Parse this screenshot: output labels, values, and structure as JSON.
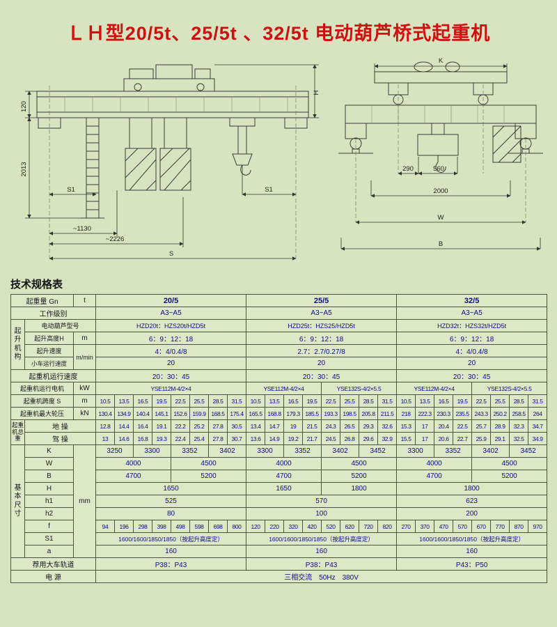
{
  "page": {
    "title": "ＬＨ型20/5t、25/5t 、32/5t 电动葫芦桥式起重机",
    "section_heading": "技术规格表"
  },
  "drawings": {
    "side": {
      "dims": {
        "d120": "120",
        "d2013": "2013",
        "s1_left": "S1",
        "s1_right": "S1",
        "d1130": "~1130",
        "d2226": "~2226",
        "span": "S",
        "height": "H"
      }
    },
    "end": {
      "dims": {
        "gauge": "K",
        "d290": "290",
        "d560": "560",
        "d2000": "2000",
        "width": "W",
        "base": "B"
      }
    }
  },
  "table": {
    "rows": [
      [
        {
          "t": "起重量 Gn",
          "cs": 2,
          "c": "lab",
          "n": "row-label-capacity"
        },
        {
          "t": "t",
          "c": "lab",
          "n": "unit-cell"
        },
        {
          "t": "20/5",
          "cs": 8,
          "c": "v hd",
          "n": "capacity-20-5"
        },
        {
          "t": "25/5",
          "cs": 8,
          "c": "v hd",
          "n": "capacity-25-5"
        },
        {
          "t": "32/5",
          "cs": 8,
          "c": "v hd",
          "n": "capacity-32-5"
        }
      ],
      [
        {
          "t": "工作级别",
          "cs": 3,
          "c": "lab",
          "n": "row-label-duty-class"
        },
        {
          "t": "A3~A5",
          "cs": 8,
          "c": "v"
        },
        {
          "t": "A3~A5",
          "cs": 8,
          "c": "v"
        },
        {
          "t": "A3~A5",
          "cs": 8,
          "c": "v"
        }
      ],
      [
        {
          "t": "起升机构",
          "rs": 4,
          "c": "lab vert",
          "n": "group-label-hoist-mechanism"
        },
        {
          "t": "电动葫芦型号",
          "cs": 2,
          "c": "lab sm",
          "n": "row-label-hoist-model"
        },
        {
          "t": "HZD20t：HZS20t/HZD5t",
          "cs": 8,
          "c": "v sm"
        },
        {
          "t": "HZD25t：HZS25/HZD5t",
          "cs": 8,
          "c": "v sm"
        },
        {
          "t": "HZD32t：HZS32t/HZD5t",
          "cs": 8,
          "c": "v sm"
        }
      ],
      [
        {
          "t": "起升高度H",
          "c": "lab sm",
          "n": "row-label-lift-height"
        },
        {
          "t": "m",
          "c": "lab",
          "n": "unit-cell"
        },
        {
          "t": "6：9：12：18",
          "cs": 8,
          "c": "v"
        },
        {
          "t": "6：9：12：18",
          "cs": 8,
          "c": "v"
        },
        {
          "t": "6：9：12：18",
          "cs": 8,
          "c": "v"
        }
      ],
      [
        {
          "t": "起升速度",
          "c": "lab sm",
          "n": "row-label-lift-speed"
        },
        {
          "t": "m/min",
          "rs": 2,
          "c": "lab sm",
          "n": "unit-cell"
        },
        {
          "t": "4：4/0.4/8",
          "cs": 8,
          "c": "v"
        },
        {
          "t": "2.7：2.7/0.27/8",
          "cs": 8,
          "c": "v"
        },
        {
          "t": "4：4/0.4/8",
          "cs": 8,
          "c": "v"
        }
      ],
      [
        {
          "t": "小车运行速度",
          "c": "lab xs",
          "n": "row-label-trolley-speed"
        },
        {
          "t": "20",
          "cs": 8,
          "c": "v"
        },
        {
          "t": "20",
          "cs": 8,
          "c": "v"
        },
        {
          "t": "20",
          "cs": 8,
          "c": "v"
        }
      ],
      [
        {
          "t": "起重机运行速度",
          "cs": 3,
          "c": "lab",
          "n": "row-label-crane-speed"
        },
        {
          "t": "20：30：45",
          "cs": 8,
          "c": "v"
        },
        {
          "t": "20：30：45",
          "cs": 8,
          "c": "v"
        },
        {
          "t": "20：30：45",
          "cs": 8,
          "c": "v"
        }
      ],
      [
        {
          "t": "起重机运行电机",
          "cs": 2,
          "c": "lab sm",
          "n": "row-label-travel-motor"
        },
        {
          "t": "kW",
          "c": "lab",
          "n": "unit-cell"
        },
        {
          "t": "YSE112M-4/2×4",
          "cs": 8,
          "c": "v sm2"
        },
        {
          "t": "YSE112M-4/2×4",
          "cs": 4,
          "c": "v sm2"
        },
        {
          "t": "YSE132S-4/2×5.5",
          "cs": 4,
          "c": "v sm2"
        },
        {
          "t": "YSE112M-4/2×4",
          "cs": 4,
          "c": "v sm2"
        },
        {
          "t": "YSE132S-4/2×5.5",
          "cs": 4,
          "c": "v sm2"
        }
      ],
      [
        {
          "t": "起重机跨度 S",
          "cs": 2,
          "c": "lab sm",
          "n": "row-label-span"
        },
        {
          "t": "m",
          "c": "lab",
          "n": "unit-cell"
        },
        "10.5",
        "13.5",
        "16.5",
        "19.5",
        "22.5",
        "25.5",
        "28.5",
        "31.5",
        "10.5",
        "13.5",
        "16.5",
        "19.5",
        "22.5",
        "25.5",
        "28.5",
        "31.5",
        "10.5",
        "13.5",
        "16.5",
        "19.5",
        "22.5",
        "25.5",
        "28.5",
        "31.5"
      ],
      [
        {
          "t": "起重机最大轮压",
          "cs": 2,
          "c": "lab sm",
          "n": "row-label-max-wheel-load"
        },
        {
          "t": "kN",
          "c": "lab",
          "n": "unit-cell"
        },
        "130.4",
        "134.9",
        "140.4",
        "145.1",
        "152.6",
        "159.9",
        "168.5",
        "175.4",
        "165.5",
        "168.8",
        "179.3",
        "185.5",
        "193.3",
        "198.5",
        "205.8",
        "211.5",
        "218",
        "222.3",
        "230.3",
        "235.5",
        "243.3",
        "250.2",
        "258.5",
        "264"
      ],
      [
        {
          "t": "起重机总重",
          "rs": 2,
          "c": "lab vert2",
          "n": "group-label-crane-weight"
        },
        {
          "t": "地 操",
          "cs": 2,
          "c": "lab",
          "n": "row-label-ground-operated"
        },
        "12.8",
        "14.4",
        "16.4",
        "19.1",
        "22.2",
        "25.2",
        "27.8",
        "30.5",
        "13.4",
        "14.7",
        "19",
        "21.5",
        "24.3",
        "26.5",
        "29.3",
        "32.6",
        "15.3",
        "17",
        "20.4",
        "22.5",
        "25.7",
        "28.9",
        "32.3",
        "34.7"
      ],
      [
        {
          "t": "驾 操",
          "cs": 2,
          "c": "lab",
          "n": "row-label-cab-operated"
        },
        "13",
        "14.6",
        "16.8",
        "19.3",
        "22.4",
        "25.4",
        "27.8",
        "30.7",
        "13.6",
        "14.9",
        "19.2",
        "21.7",
        "24.5",
        "26.8",
        "29.6",
        "32.9",
        "15.5",
        "17",
        "20.6",
        "22.7",
        "25.9",
        "29.1",
        "32.5",
        "34.9"
      ],
      [
        {
          "t": "基本尺寸",
          "rs": 9,
          "c": "lab vert",
          "n": "group-label-basic-dimensions"
        },
        {
          "t": "K",
          "c": "lab",
          "n": "row-label-K"
        },
        {
          "t": "mm",
          "rs": 9,
          "c": "lab",
          "n": "unit-cell"
        },
        {
          "t": "3250",
          "cs": 2,
          "c": "v"
        },
        {
          "t": "3300",
          "cs": 2,
          "c": "v"
        },
        {
          "t": "3352",
          "cs": 2,
          "c": "v"
        },
        {
          "t": "3402",
          "cs": 2,
          "c": "v"
        },
        {
          "t": "3300",
          "cs": 2,
          "c": "v"
        },
        {
          "t": "3352",
          "cs": 2,
          "c": "v"
        },
        {
          "t": "3402",
          "cs": 2,
          "c": "v"
        },
        {
          "t": "3452",
          "cs": 2,
          "c": "v"
        },
        {
          "t": "3300",
          "cs": 2,
          "c": "v"
        },
        {
          "t": "3352",
          "cs": 2,
          "c": "v"
        },
        {
          "t": "3402",
          "cs": 2,
          "c": "v"
        },
        {
          "t": "3452",
          "cs": 2,
          "c": "v"
        }
      ],
      [
        {
          "t": "W",
          "c": "lab",
          "n": "row-label-W"
        },
        {
          "t": "4000",
          "cs": 4,
          "c": "v"
        },
        {
          "t": "4500",
          "cs": 4,
          "c": "v"
        },
        {
          "t": "4000",
          "cs": 4,
          "c": "v"
        },
        {
          "t": "4500",
          "cs": 4,
          "c": "v"
        },
        {
          "t": "4000",
          "cs": 4,
          "c": "v"
        },
        {
          "t": "4500",
          "cs": 4,
          "c": "v"
        }
      ],
      [
        {
          "t": "B",
          "c": "lab",
          "n": "row-label-B"
        },
        {
          "t": "4700",
          "cs": 4,
          "c": "v"
        },
        {
          "t": "5200",
          "cs": 4,
          "c": "v"
        },
        {
          "t": "4700",
          "cs": 4,
          "c": "v"
        },
        {
          "t": "5200",
          "cs": 4,
          "c": "v"
        },
        {
          "t": "4700",
          "cs": 4,
          "c": "v"
        },
        {
          "t": "5200",
          "cs": 4,
          "c": "v"
        }
      ],
      [
        {
          "t": "H",
          "c": "lab",
          "n": "row-label-H"
        },
        {
          "t": "1650",
          "cs": 8,
          "c": "v"
        },
        {
          "t": "1650",
          "cs": 4,
          "c": "v"
        },
        {
          "t": "1800",
          "cs": 4,
          "c": "v"
        },
        {
          "t": "1800",
          "cs": 8,
          "c": "v"
        }
      ],
      [
        {
          "t": "h1",
          "c": "lab",
          "n": "row-label-h1"
        },
        {
          "t": "525",
          "cs": 8,
          "c": "v"
        },
        {
          "t": "570",
          "cs": 8,
          "c": "v"
        },
        {
          "t": "623",
          "cs": 8,
          "c": "v"
        }
      ],
      [
        {
          "t": "h2",
          "c": "lab",
          "n": "row-label-h2"
        },
        {
          "t": "80",
          "cs": 8,
          "c": "v"
        },
        {
          "t": "100",
          "cs": 8,
          "c": "v"
        },
        {
          "t": "200",
          "cs": 8,
          "c": "v"
        }
      ],
      [
        {
          "t": "f",
          "c": "lab",
          "n": "row-label-f"
        },
        "94",
        "196",
        "298",
        "398",
        "498",
        "598",
        "698",
        "800",
        "120",
        "220",
        "320",
        "420",
        "520",
        "620",
        "720",
        "820",
        "270",
        "370",
        "470",
        "570",
        "670",
        "770",
        "870",
        "970"
      ],
      [
        {
          "t": "S1",
          "c": "lab",
          "n": "row-label-S1"
        },
        {
          "t": "1600/1600/1850/1850（按起升高度定）",
          "cs": 8,
          "c": "v xs"
        },
        {
          "t": "1600/1600/1850/1850（按起升高度定）",
          "cs": 8,
          "c": "v xs"
        },
        {
          "t": "1600/1600/1850/1850（按起升高度定）",
          "cs": 8,
          "c": "v xs"
        }
      ],
      [
        {
          "t": "a",
          "c": "lab",
          "n": "row-label-a"
        },
        {
          "t": "160",
          "cs": 8,
          "c": "v"
        },
        {
          "t": "160",
          "cs": 8,
          "c": "v"
        },
        {
          "t": "160",
          "cs": 8,
          "c": "v"
        }
      ],
      [
        {
          "t": "荐用大车轨道",
          "cs": 3,
          "c": "lab",
          "n": "row-label-rail"
        },
        {
          "t": "P38：P43",
          "cs": 8,
          "c": "v"
        },
        {
          "t": "P38：P43",
          "cs": 8,
          "c": "v"
        },
        {
          "t": "P43：P50",
          "cs": 8,
          "c": "v"
        }
      ],
      [
        {
          "t": "电 源",
          "cs": 3,
          "c": "lab",
          "n": "row-label-power"
        },
        {
          "t": "三相交流　50Hz　380V",
          "cs": 24,
          "c": "v"
        }
      ]
    ]
  }
}
